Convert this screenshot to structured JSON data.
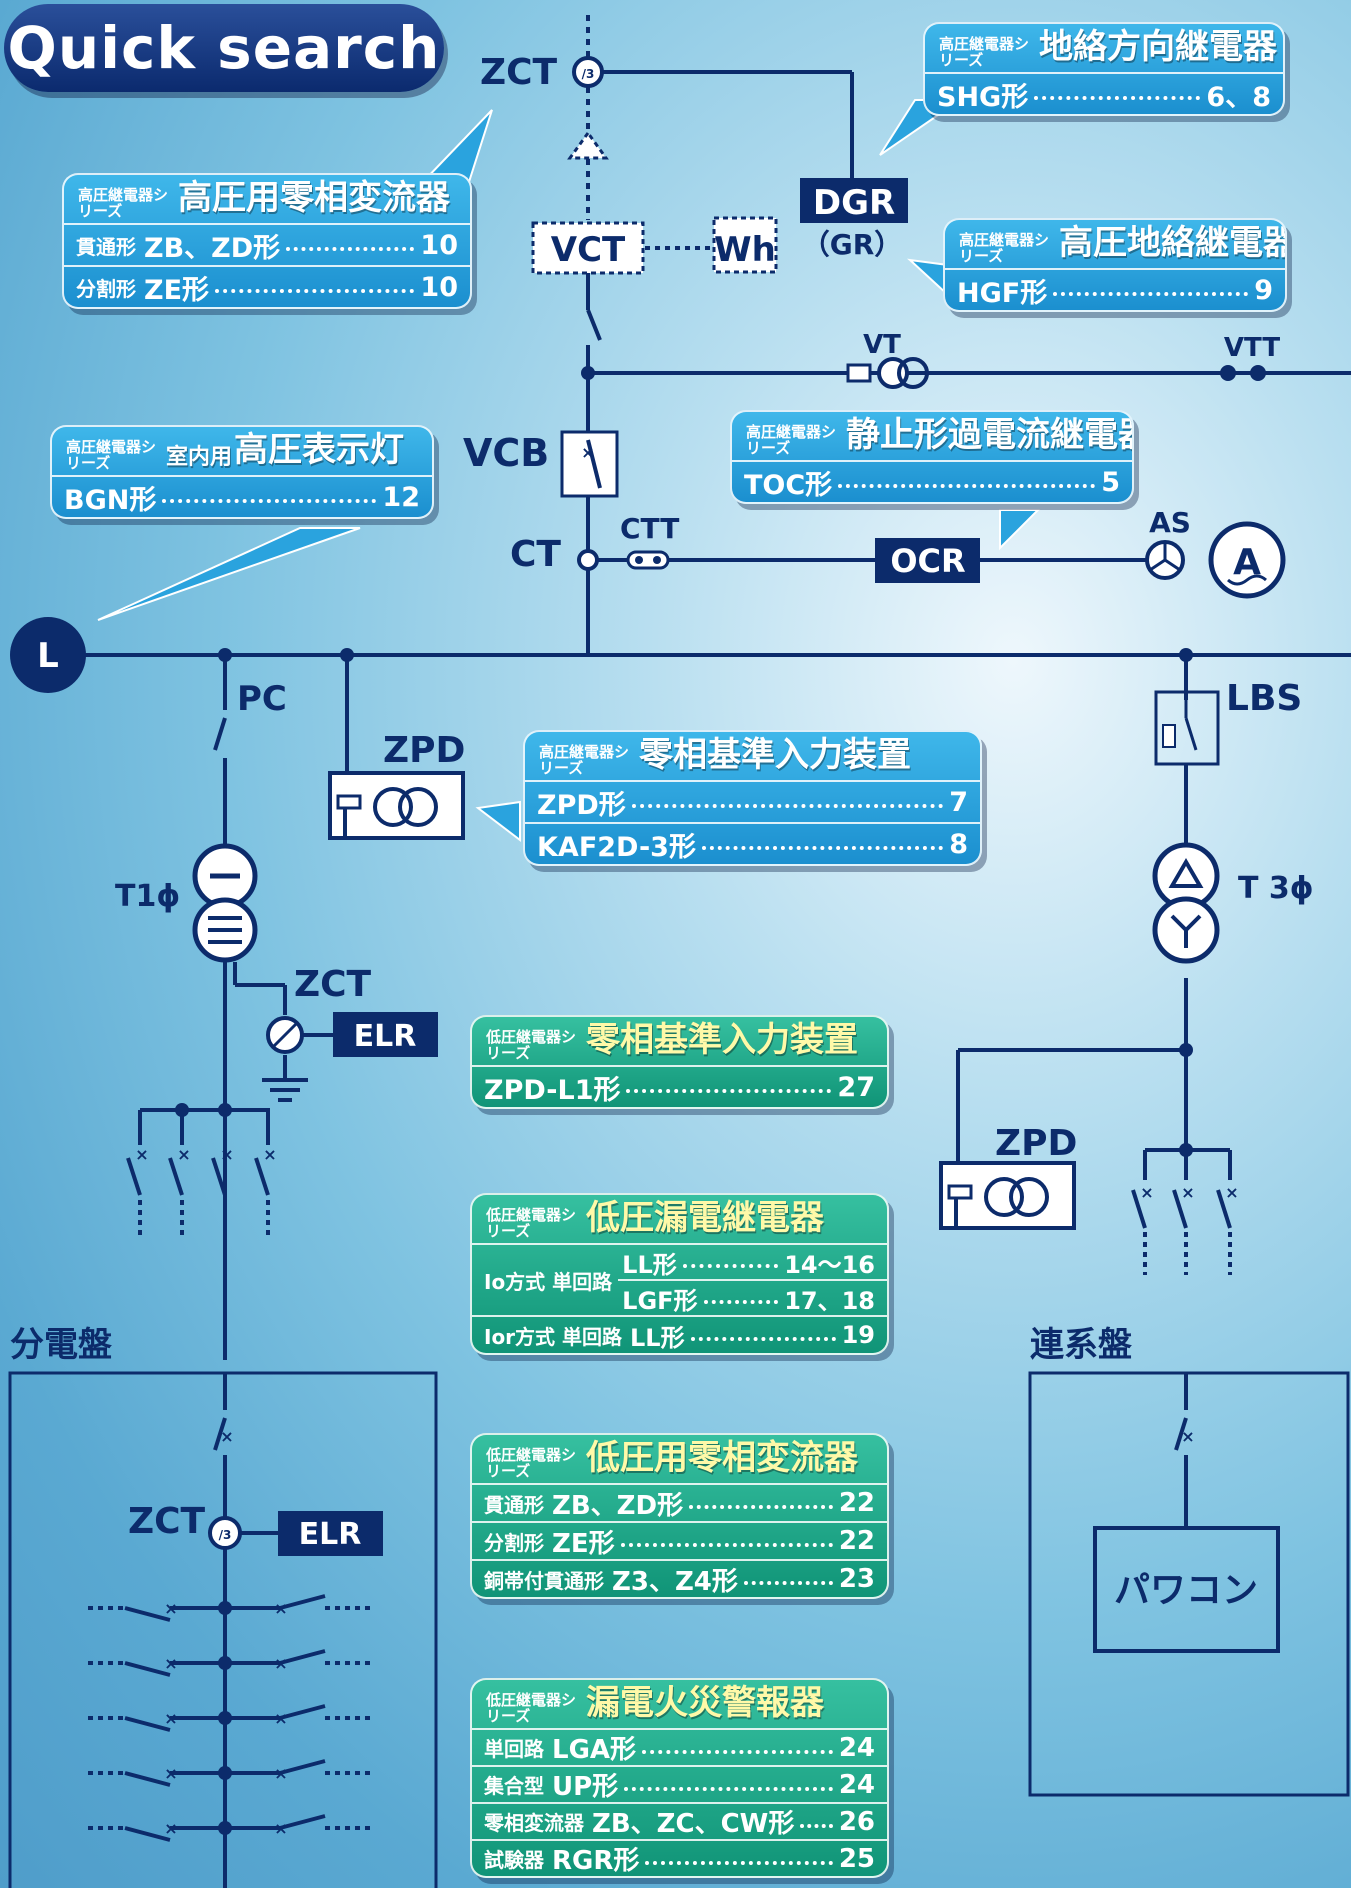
{
  "header": {
    "title": "Quick search"
  },
  "labels": {
    "zct_top": "ZCT",
    "vct": "VCT",
    "wh": "Wh",
    "dgr": "DGR",
    "gr": "（GR）",
    "vt": "VT",
    "vtt": "VTT",
    "vcb": "VCB",
    "ct": "CT",
    "ctt": "CTT",
    "ocr": "OCR",
    "as": "AS",
    "l": "L",
    "pc": "PC",
    "zpd_left": "ZPD",
    "lbs": "LBS",
    "t1": "T1ϕ",
    "t3": "T 3ϕ",
    "zct_mid": "ZCT",
    "elr_mid": "ELR",
    "zpd_right": "ZPD",
    "panel_left": "分電盤",
    "zct_panel": "ZCT",
    "elr_panel": "ELR",
    "panel_right": "連系盤",
    "pcs": "パワコン"
  },
  "cards": {
    "zct_hv": {
      "series": "高圧継電器シリーズ",
      "title": "高圧用零相変流器",
      "rows": [
        {
          "k": "貫通形",
          "m": "ZB、ZD形",
          "p": "10"
        },
        {
          "k": "分割形",
          "m": "ZE形",
          "p": "10"
        }
      ]
    },
    "dgr": {
      "series": "高圧継電器シリーズ",
      "title": "地絡方向継電器",
      "rows": [
        {
          "k": "",
          "m": "SHG形",
          "p": "6、8"
        }
      ]
    },
    "hgf": {
      "series": "高圧継電器シリーズ",
      "title": "高圧地絡継電器",
      "rows": [
        {
          "k": "",
          "m": "HGF形",
          "p": "9"
        }
      ]
    },
    "bgn": {
      "series": "高圧継電器シリーズ",
      "sub": "室内用",
      "title": "高圧表示灯",
      "rows": [
        {
          "k": "",
          "m": "BGN形",
          "p": "12"
        }
      ]
    },
    "toc": {
      "series": "高圧継電器シリーズ",
      "title": "静止形過電流継電器",
      "rows": [
        {
          "k": "",
          "m": "TOC形",
          "p": "5"
        }
      ]
    },
    "zpd_hv": {
      "series": "高圧継電器シリーズ",
      "title": "零相基準入力装置",
      "rows": [
        {
          "k": "",
          "m": "ZPD形",
          "p": "7"
        },
        {
          "k": "",
          "m": "KAF2D-3形",
          "p": "8"
        }
      ]
    },
    "zpd_lv": {
      "series": "低圧継電器シリーズ",
      "title": "零相基準入力装置",
      "rows": [
        {
          "k": "",
          "m": "ZPD-L1形",
          "p": "27"
        }
      ]
    },
    "elr_lv": {
      "series": "低圧継電器シリーズ",
      "title": "低圧漏電継電器",
      "io": "Io方式 単回路",
      "rows_io": [
        {
          "m": "LL形",
          "p": "14～16"
        },
        {
          "m": "LGF形",
          "p": "17、18"
        }
      ],
      "rows": [
        {
          "k": "Ior方式 単回路",
          "m": "LL形",
          "p": "19"
        }
      ]
    },
    "zct_lv": {
      "series": "低圧継電器シリーズ",
      "title": "低圧用零相変流器",
      "rows": [
        {
          "k": "貫通形",
          "m": "ZB、ZD形",
          "p": "22"
        },
        {
          "k": "分割形",
          "m": "ZE形",
          "p": "22"
        },
        {
          "k": "銅帯付貫通形",
          "m": "Z3、Z4形",
          "p": "23"
        }
      ]
    },
    "fire": {
      "series": "低圧継電器シリーズ",
      "title": "漏電火災警報器",
      "rows": [
        {
          "k": "単回路",
          "m": "LGA形",
          "p": "24"
        },
        {
          "k": "集合型",
          "m": "UP形",
          "p": "24"
        },
        {
          "k": "零相変流器",
          "m": "ZB、ZC、CW形",
          "p": "26"
        },
        {
          "k": "試験器",
          "m": "RGR形",
          "p": "25"
        }
      ]
    }
  }
}
